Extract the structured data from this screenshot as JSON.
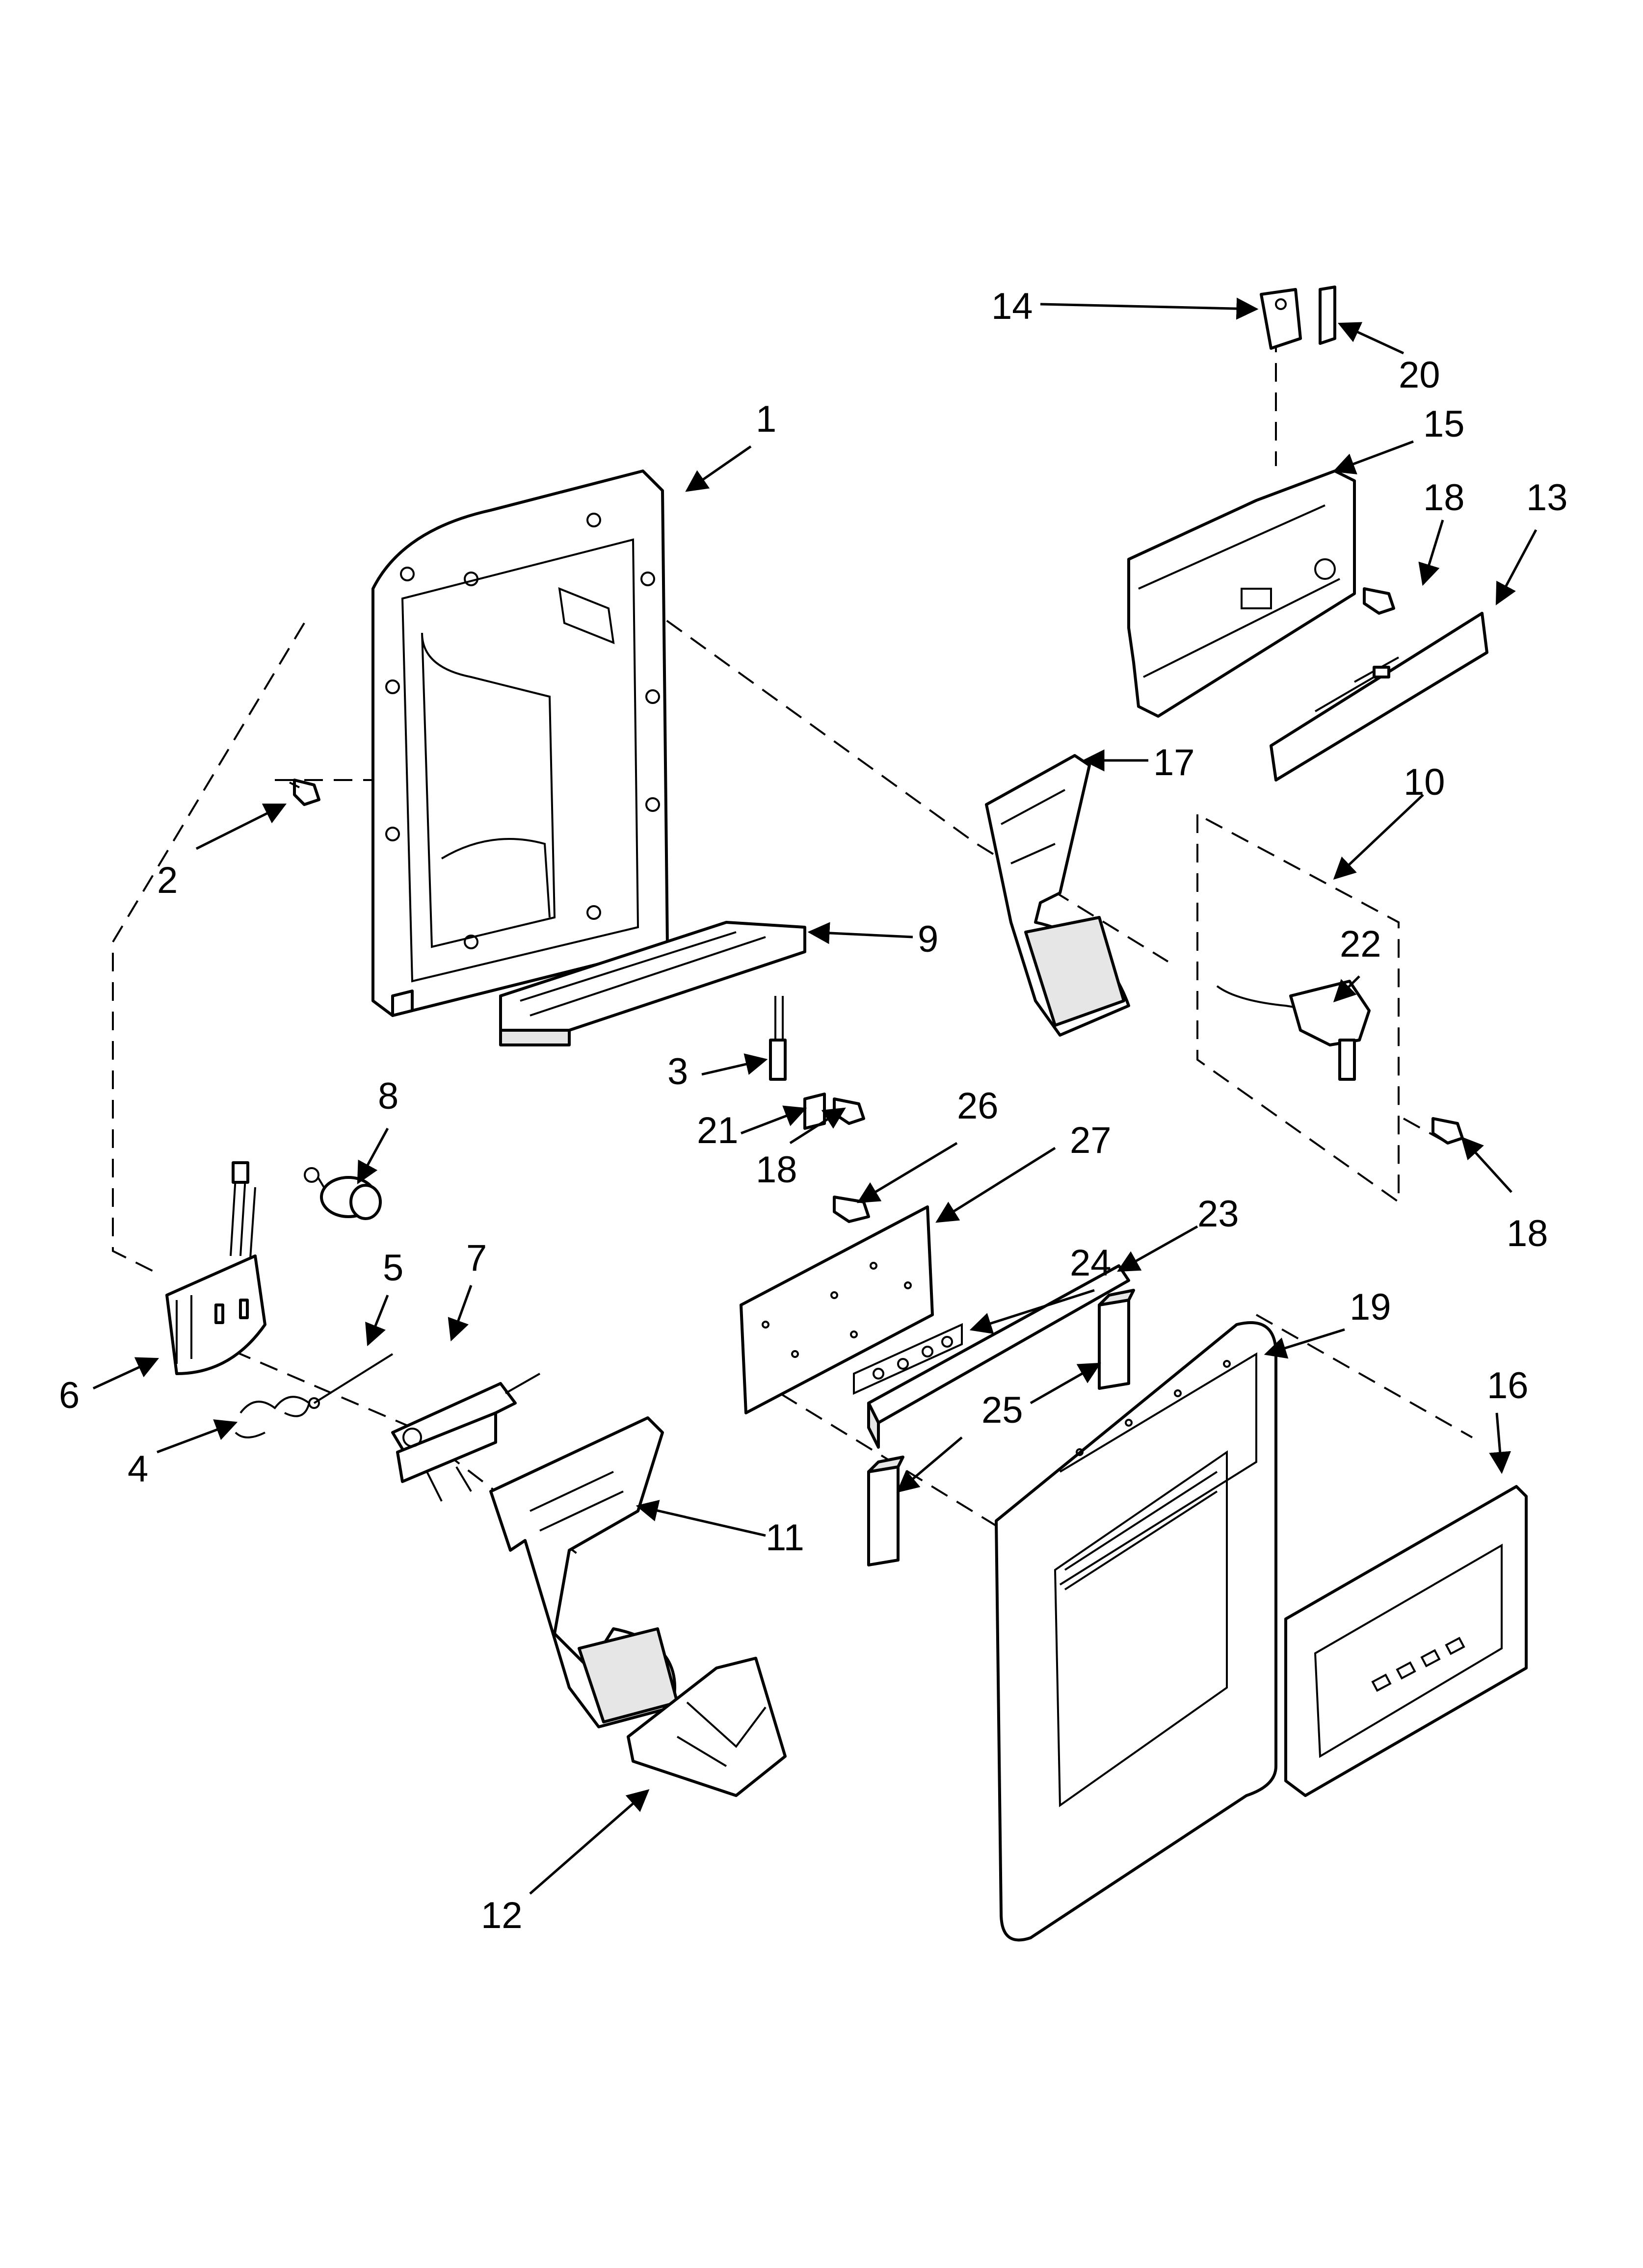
{
  "diagram": {
    "type": "exploded-parts-view",
    "callouts": [
      {
        "id": "c1",
        "label": "1"
      },
      {
        "id": "c2",
        "label": "2"
      },
      {
        "id": "c3",
        "label": "3"
      },
      {
        "id": "c4",
        "label": "4"
      },
      {
        "id": "c5",
        "label": "5"
      },
      {
        "id": "c6",
        "label": "6"
      },
      {
        "id": "c7",
        "label": "7"
      },
      {
        "id": "c8",
        "label": "8"
      },
      {
        "id": "c9",
        "label": "9"
      },
      {
        "id": "c10",
        "label": "10"
      },
      {
        "id": "c11",
        "label": "11"
      },
      {
        "id": "c12",
        "label": "12"
      },
      {
        "id": "c13",
        "label": "13"
      },
      {
        "id": "c14",
        "label": "14"
      },
      {
        "id": "c15",
        "label": "15"
      },
      {
        "id": "c16",
        "label": "16"
      },
      {
        "id": "c17",
        "label": "17"
      },
      {
        "id": "c18a",
        "label": "18"
      },
      {
        "id": "c18b",
        "label": "18"
      },
      {
        "id": "c18c",
        "label": "18"
      },
      {
        "id": "c19",
        "label": "19"
      },
      {
        "id": "c20",
        "label": "20"
      },
      {
        "id": "c21",
        "label": "21"
      },
      {
        "id": "c22",
        "label": "22"
      },
      {
        "id": "c23",
        "label": "23"
      },
      {
        "id": "c24",
        "label": "24"
      },
      {
        "id": "c25",
        "label": "25"
      },
      {
        "id": "c26",
        "label": "26"
      },
      {
        "id": "c27",
        "label": "27"
      }
    ]
  }
}
